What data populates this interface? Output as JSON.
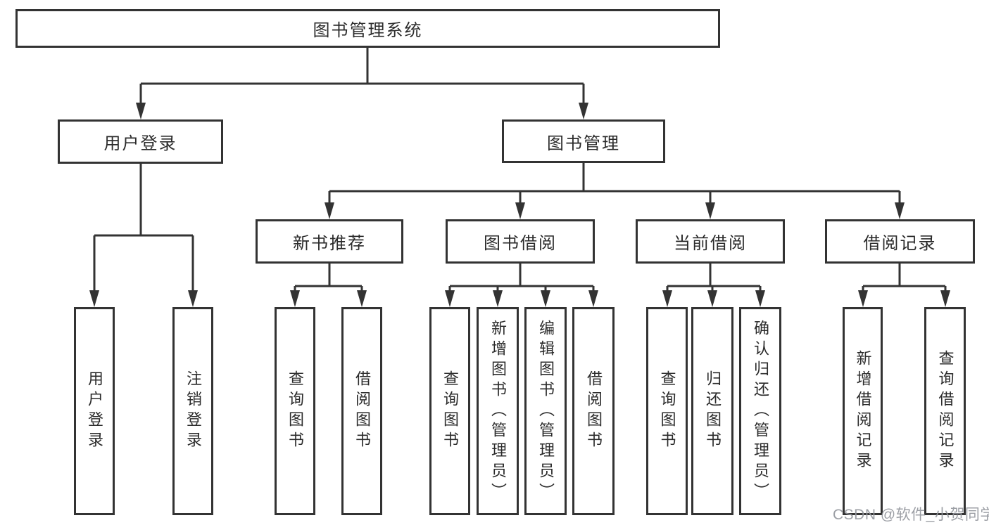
{
  "tree": {
    "root": {
      "label": "图书管理系统"
    },
    "user_login": {
      "label": "用户登录",
      "children": [
        {
          "label": "用户登录"
        },
        {
          "label": "注销登录"
        }
      ]
    },
    "book_mgmt": {
      "label": "图书管理",
      "children": [
        {
          "label": "新书推荐",
          "children": [
            {
              "label": "查询图书"
            },
            {
              "label": "借阅图书"
            }
          ]
        },
        {
          "label": "图书借阅",
          "children": [
            {
              "label": "查询图书"
            },
            {
              "label": "新增图书（管理员）"
            },
            {
              "label": "编辑图书（管理员）"
            },
            {
              "label": "借阅图书"
            }
          ]
        },
        {
          "label": "当前借阅",
          "children": [
            {
              "label": "查询图书"
            },
            {
              "label": "归还图书"
            },
            {
              "label": "确认归还（管理员）"
            }
          ]
        },
        {
          "label": "借阅记录",
          "children": [
            {
              "label": "新增借阅记录"
            },
            {
              "label": "查询借阅记录"
            }
          ]
        }
      ]
    }
  },
  "watermark": "CSDN @软件_小贺同学",
  "colors": {
    "line": "#333333",
    "box_border": "#333333",
    "box_fill": "#ffffff",
    "text": "#2b2b2b",
    "watermark": "#94979d",
    "background": "#ffffff"
  }
}
